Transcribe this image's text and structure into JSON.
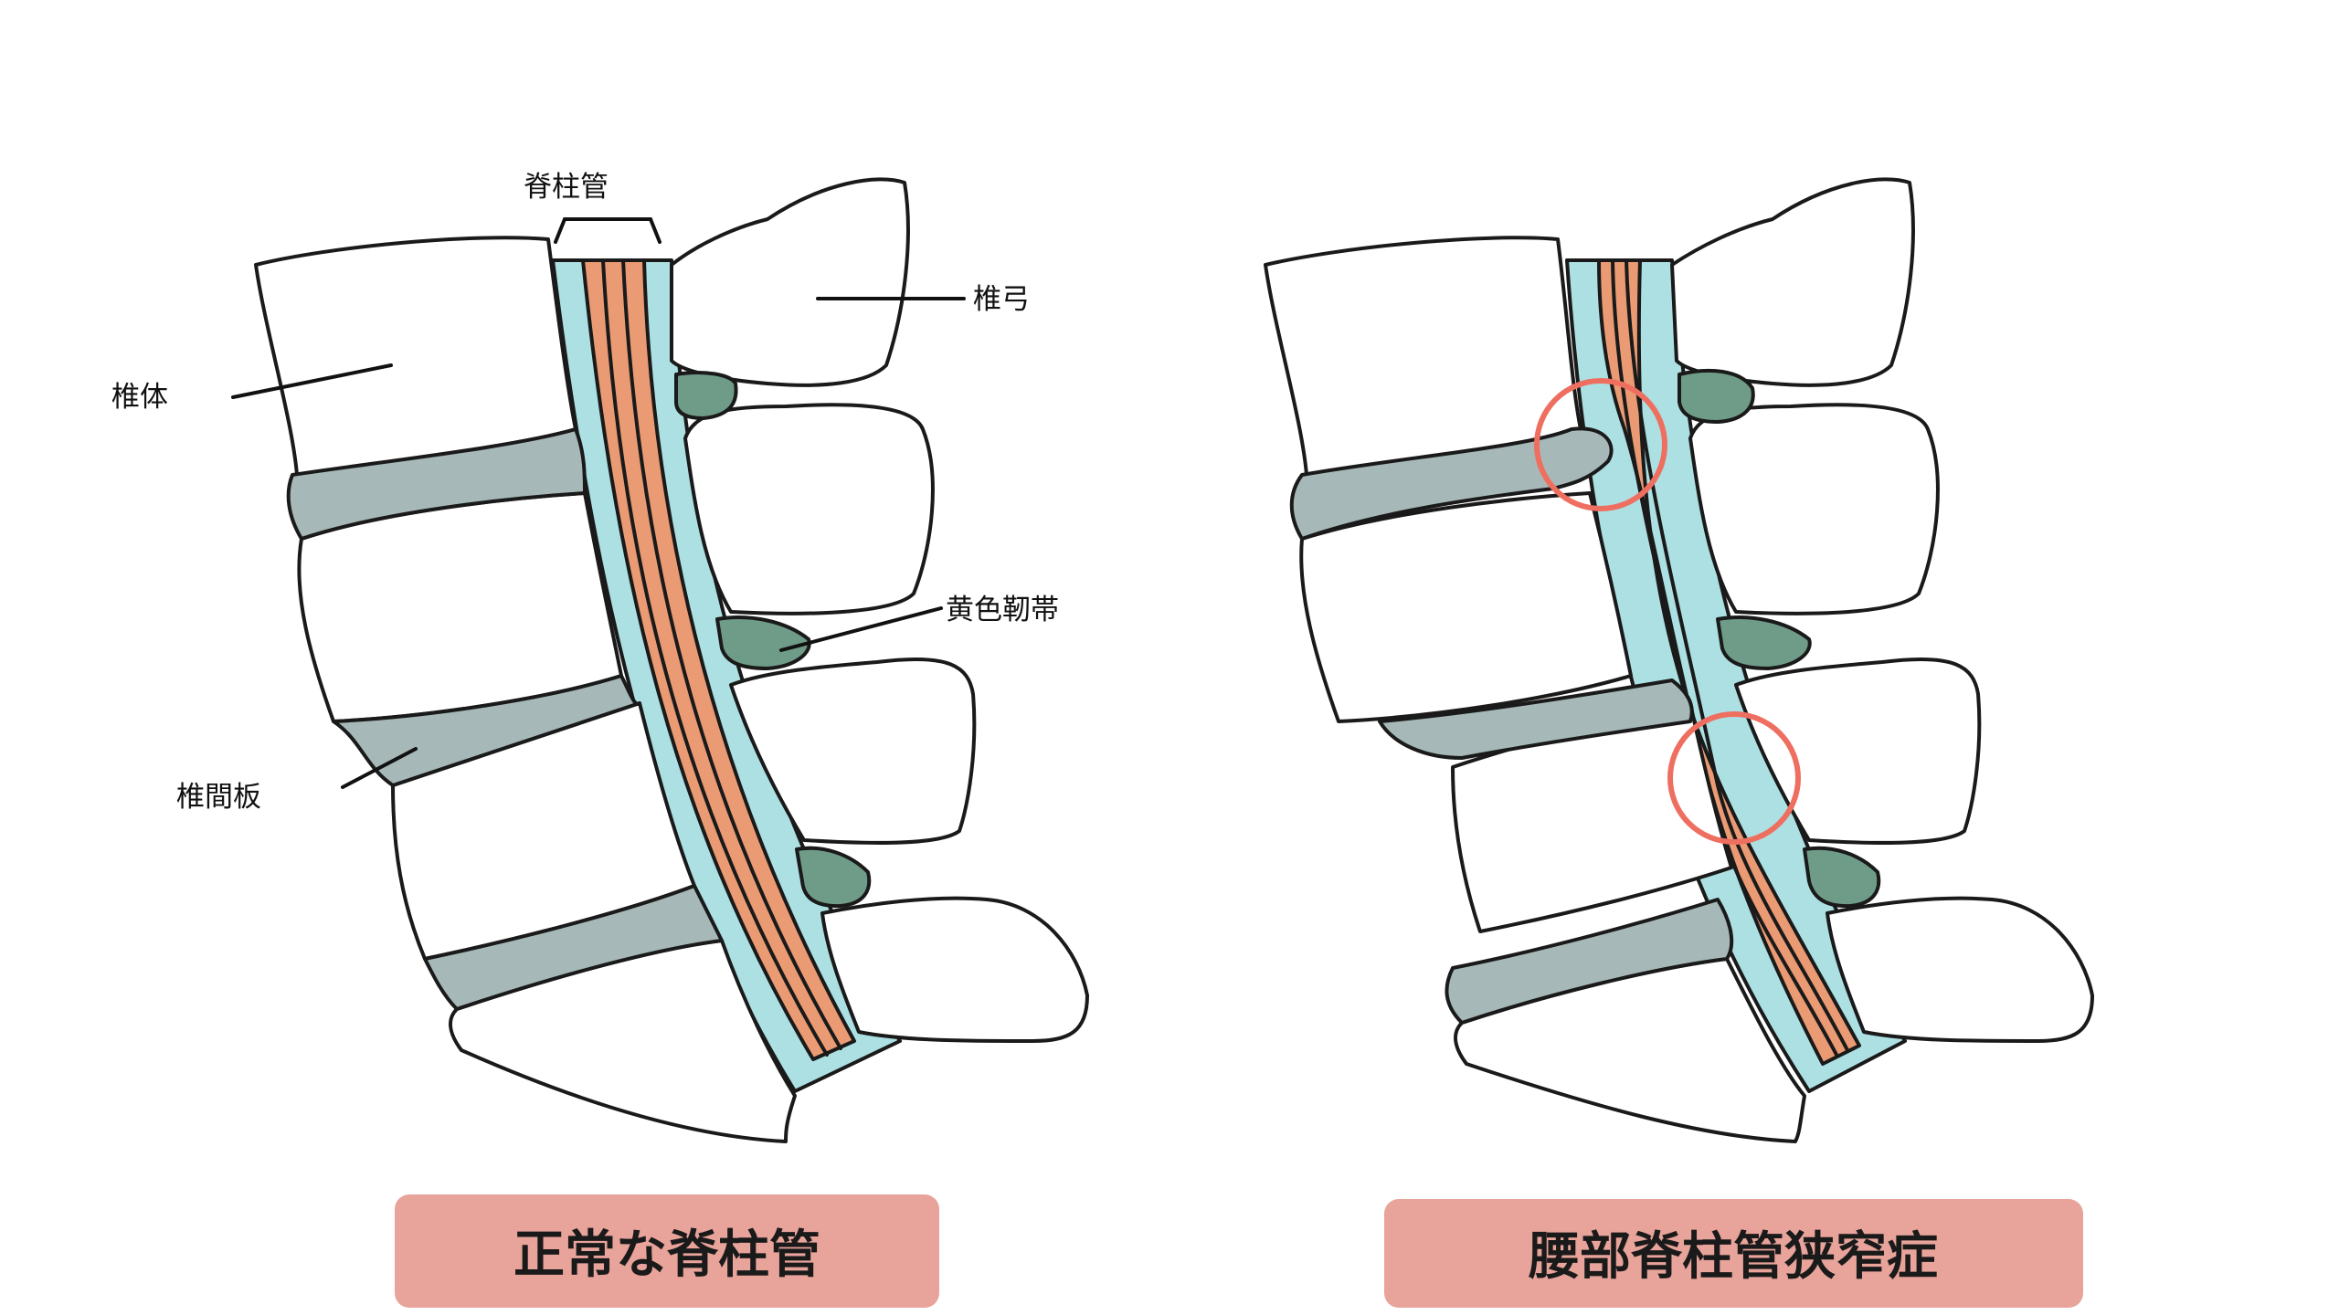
{
  "labels": {
    "spinal_canal": "脊柱管",
    "vertebral_arch": "椎弓",
    "vertebral_body": "椎体",
    "ligamentum_flavum": "黄色靭帯",
    "intervertebral_disc": "椎間板"
  },
  "captions": {
    "normal": "正常な脊柱管",
    "stenosis": "腰部脊柱管狭窄症"
  },
  "colors": {
    "caption_background": "#e8a39a",
    "disc": "#a7b8b8",
    "ligament": "#6f9c88",
    "canal": "#ade0e3",
    "spinal_cord": "#eb9b73",
    "highlight_ring": "#ee6f60"
  }
}
